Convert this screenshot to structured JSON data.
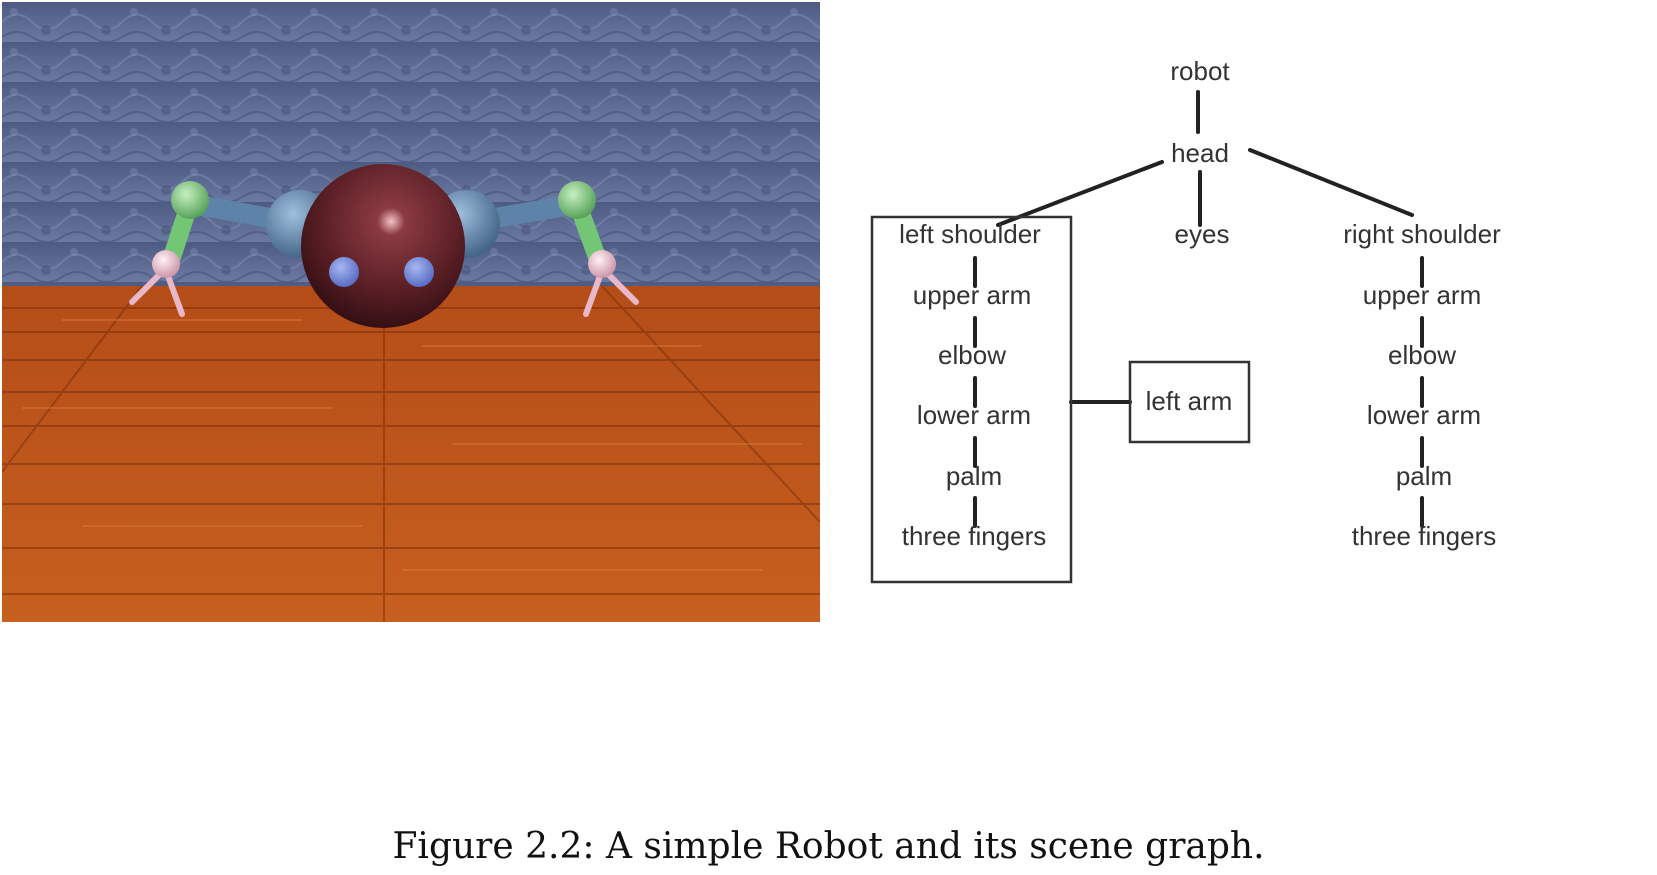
{
  "caption": "Figure 2.2: A simple Robot and its scene graph.",
  "render": {
    "subject": "robot",
    "colors": {
      "wall": "#5c6b94",
      "floor": "#c9581a",
      "body": "#5a1f25",
      "eyes": "#6f86d6",
      "shoulder": "#5d84a8",
      "elbow": "#73c774",
      "palm": "#e9b8c8"
    }
  },
  "scene_graph": {
    "root": "robot",
    "head": "head",
    "eyes": "eyes",
    "left_branch": [
      "left shoulder",
      "upper arm",
      "elbow",
      "lower arm",
      "palm",
      "three fingers"
    ],
    "right_branch": [
      "right shoulder",
      "upper arm",
      "elbow",
      "lower arm",
      "palm",
      "three fingers"
    ],
    "group_label": "left arm"
  }
}
